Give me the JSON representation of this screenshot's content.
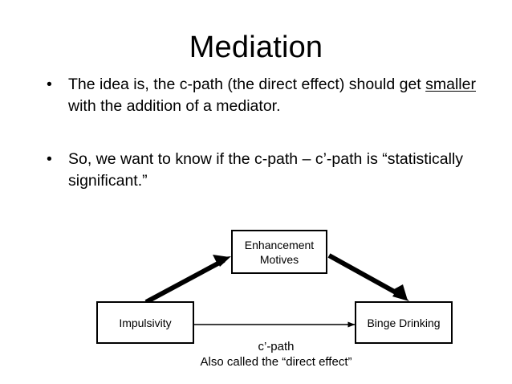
{
  "slide": {
    "title": "Mediation",
    "bullet_marker": "•",
    "bullets": [
      {
        "pre": "The idea is, the c-path (the direct effect) should get ",
        "underlined": "smaller",
        "post": " with the addition of a mediator.",
        "full_text": "The idea is, the c-path (the direct effect) should get smaller with the addition of a mediator."
      },
      {
        "pre": "So, we want to know if the c-path – c’-path is “statistically significant.”",
        "underlined": "",
        "post": "",
        "full_text": "So, we want to know if the c-path – c’-path is “statistically significant.”"
      }
    ]
  },
  "diagram": {
    "type": "mediation-path-diagram",
    "nodes": {
      "mediator": "Enhancement Motives",
      "mediator_line1": "Enhancement",
      "mediator_line2": "Motives",
      "predictor": "Impulsivity",
      "outcome": "Binge Drinking"
    },
    "edges": [
      {
        "name": "a-path",
        "from": "Impulsivity",
        "to": "Enhancement Motives",
        "style": "thick",
        "label": ""
      },
      {
        "name": "b-path",
        "from": "Enhancement Motives",
        "to": "Binge Drinking",
        "style": "thick",
        "label": ""
      },
      {
        "name": "c-prime-path",
        "from": "Impulsivity",
        "to": "Binge Drinking",
        "style": "thin",
        "label": "c’-path"
      }
    ],
    "caption_line1": "c’-path",
    "caption_line2": "Also called the “direct effect”"
  },
  "colors": {
    "background": "#ffffff",
    "text": "#000000",
    "stroke": "#000000"
  }
}
